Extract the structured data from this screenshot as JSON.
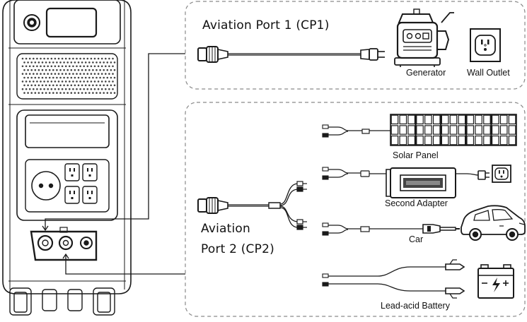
{
  "cp1": {
    "title": "Aviation Port 1 (CP1)",
    "sources": [
      "Generator",
      "Wall Outlet"
    ]
  },
  "cp2": {
    "title_line1": "Aviation",
    "title_line2": "Port 2 (CP2)",
    "sources": [
      "Solar Panel",
      "Second Adapter",
      "Car",
      "Lead-acid Battery"
    ]
  },
  "colors": {
    "line": "#1a1a1a",
    "panel_border": "#8a8a8a",
    "fill_dark": "#2a2a2a",
    "fill_light": "#ffffff"
  }
}
